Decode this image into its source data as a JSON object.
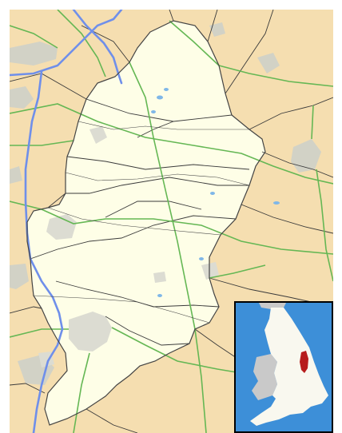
{
  "map": {
    "colors": {
      "outside_land": "#f5deb0",
      "county_fill": "#fefee7",
      "urban": "#d2d2c6",
      "urban_light": "#dcdcd2",
      "motorway": "#6f8fea",
      "primary_road": "#65b754",
      "minor_road": "#3a3a3a",
      "rail": "#3a3a3a",
      "water": "#7fb7e8",
      "boundary": "#444444"
    },
    "icons": [
      "county-boundary",
      "motorway",
      "primary-road",
      "railway",
      "urban-area",
      "lake"
    ]
  },
  "inset": {
    "colors": {
      "sea": "#3d8fd8",
      "land": "#f9f8ef",
      "other_countries": "#c9c9c9",
      "highlight": "#b71c1c",
      "frame": "#000000"
    }
  }
}
